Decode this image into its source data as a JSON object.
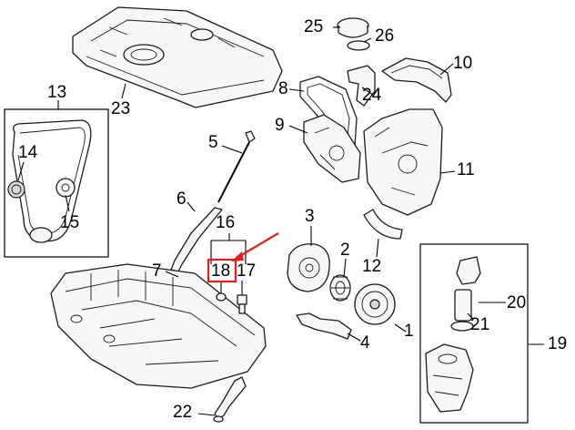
{
  "diagram": {
    "callouts": [
      {
        "id": "p1",
        "label": "1"
      },
      {
        "id": "p2",
        "label": "2"
      },
      {
        "id": "p3",
        "label": "3"
      },
      {
        "id": "p4",
        "label": "4"
      },
      {
        "id": "p5",
        "label": "5"
      },
      {
        "id": "p6",
        "label": "6"
      },
      {
        "id": "p7",
        "label": "7"
      },
      {
        "id": "p8",
        "label": "8"
      },
      {
        "id": "p9",
        "label": "9"
      },
      {
        "id": "p10",
        "label": "10"
      },
      {
        "id": "p11",
        "label": "11"
      },
      {
        "id": "p12",
        "label": "12"
      },
      {
        "id": "p13",
        "label": "13"
      },
      {
        "id": "p14",
        "label": "14"
      },
      {
        "id": "p15",
        "label": "15"
      },
      {
        "id": "p16",
        "label": "16"
      },
      {
        "id": "p17",
        "label": "17"
      },
      {
        "id": "p18",
        "label": "18"
      },
      {
        "id": "p19",
        "label": "19"
      },
      {
        "id": "p20",
        "label": "20"
      },
      {
        "id": "p21",
        "label": "21"
      },
      {
        "id": "p22",
        "label": "22"
      },
      {
        "id": "p23",
        "label": "23"
      },
      {
        "id": "p24",
        "label": "24"
      },
      {
        "id": "p25",
        "label": "25"
      },
      {
        "id": "p26",
        "label": "26"
      }
    ],
    "highlighted_part": "18",
    "colors": {
      "highlight": "#e0201f",
      "line": "#000000",
      "part_fill": "#f7f7f7"
    }
  }
}
